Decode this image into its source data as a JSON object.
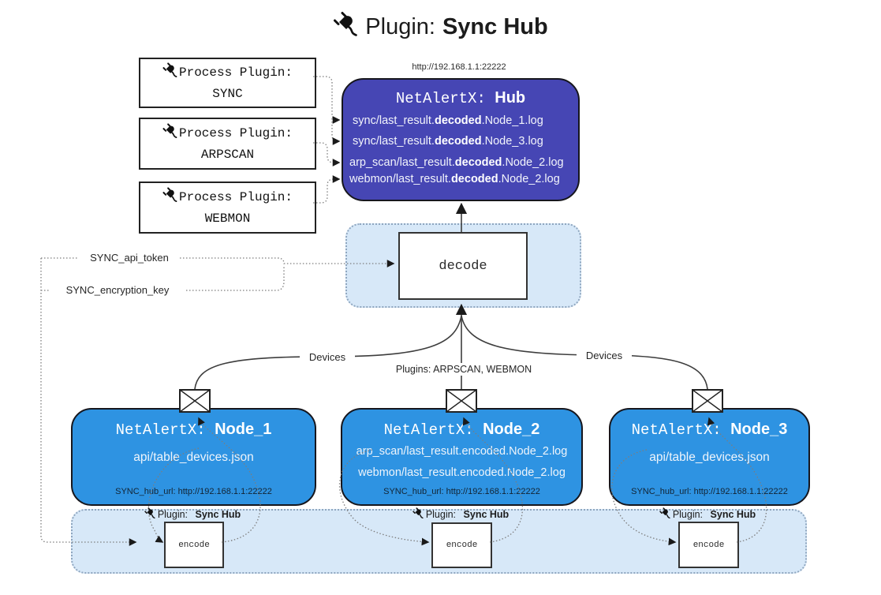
{
  "title": {
    "icon": "plug",
    "prefix": "Plugin:",
    "name": "Sync Hub"
  },
  "colors": {
    "hub_fill": "#4646B4",
    "node_fill": "#2E93E2",
    "panel_fill": "#D7E8F8",
    "panel_border": "#8FA6BF",
    "connector_dotted": "#7d7d7d",
    "connector_solid": "#3d3d3d",
    "arrow": "#1a1a1a"
  },
  "process_plugins": [
    {
      "icon": "plug",
      "label": "Process Plugin:",
      "name": "SYNC"
    },
    {
      "icon": "plug",
      "label": "Process Plugin:",
      "name": "ARPSCAN"
    },
    {
      "icon": "plug",
      "label": "Process Plugin:",
      "name": "WEBMON"
    }
  ],
  "hub": {
    "url": "http://192.168.1.1:22222",
    "brand": "NetAlertX:",
    "name": "Hub",
    "logs": [
      {
        "pre": "sync/last_result.",
        "bold": "decoded",
        "post": ".Node_1.log"
      },
      {
        "pre": "sync/last_result.",
        "bold": "decoded",
        "post": ".Node_3.log"
      },
      {
        "pre": "arp_scan/last_result.",
        "bold": "decoded",
        "post": ".Node_2.log"
      },
      {
        "pre": "webmon/last_result.",
        "bold": "decoded",
        "post": ".Node_2.log"
      }
    ]
  },
  "decode": {
    "label": "decode"
  },
  "config": {
    "api_token": "SYNC_api_token",
    "encryption_key": "SYNC_encryption_key"
  },
  "edge_labels": {
    "devices_left": "Devices",
    "plugins_center": "Plugins: ARPSCAN, WEBMON",
    "devices_right": "Devices"
  },
  "nodes": [
    {
      "brand": "NetAlertX:",
      "name": "Node_1",
      "files": [
        "api/table_devices.json"
      ],
      "hub_url": "SYNC_hub_url: http://192.168.1.1:22222"
    },
    {
      "brand": "NetAlertX:",
      "name": "Node_2",
      "files": [
        "arp_scan/last_result.encoded.Node_2.log",
        "webmon/last_result.encoded.Node_2.log"
      ],
      "hub_url": "SYNC_hub_url: http://192.168.1.1:22222"
    },
    {
      "brand": "NetAlertX:",
      "name": "Node_3",
      "files": [
        "api/table_devices.json"
      ],
      "hub_url": "SYNC_hub_url: http://192.168.1.1:22222"
    }
  ],
  "encode_band": {
    "plugin_prefix": "Plugin:",
    "plugin_name": "Sync Hub",
    "encode_label": "encode"
  }
}
